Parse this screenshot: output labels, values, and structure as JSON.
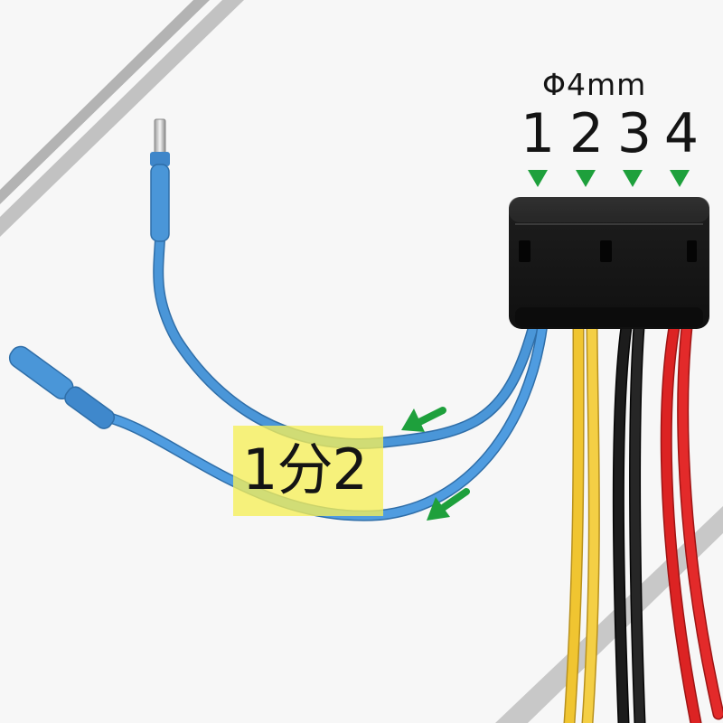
{
  "diameter_label": "Φ4mm",
  "wire_numbers": [
    "1",
    "2",
    "3",
    "4"
  ],
  "split_label": "1分2",
  "colors": {
    "background": "#f7f7f7",
    "corner_band": "#b9b9b9",
    "connector_body": "#1a1a1a",
    "wire_blue": "#4a96d8",
    "wire_yellow": "#f0c531",
    "wire_black": "#151515",
    "wire_red": "#dc2323",
    "arrow_green": "#1ea03c",
    "highlight": "#f6f058"
  },
  "icons": [
    "down-triangle-arrow-icon",
    "diagonal-arrow-icon"
  ]
}
